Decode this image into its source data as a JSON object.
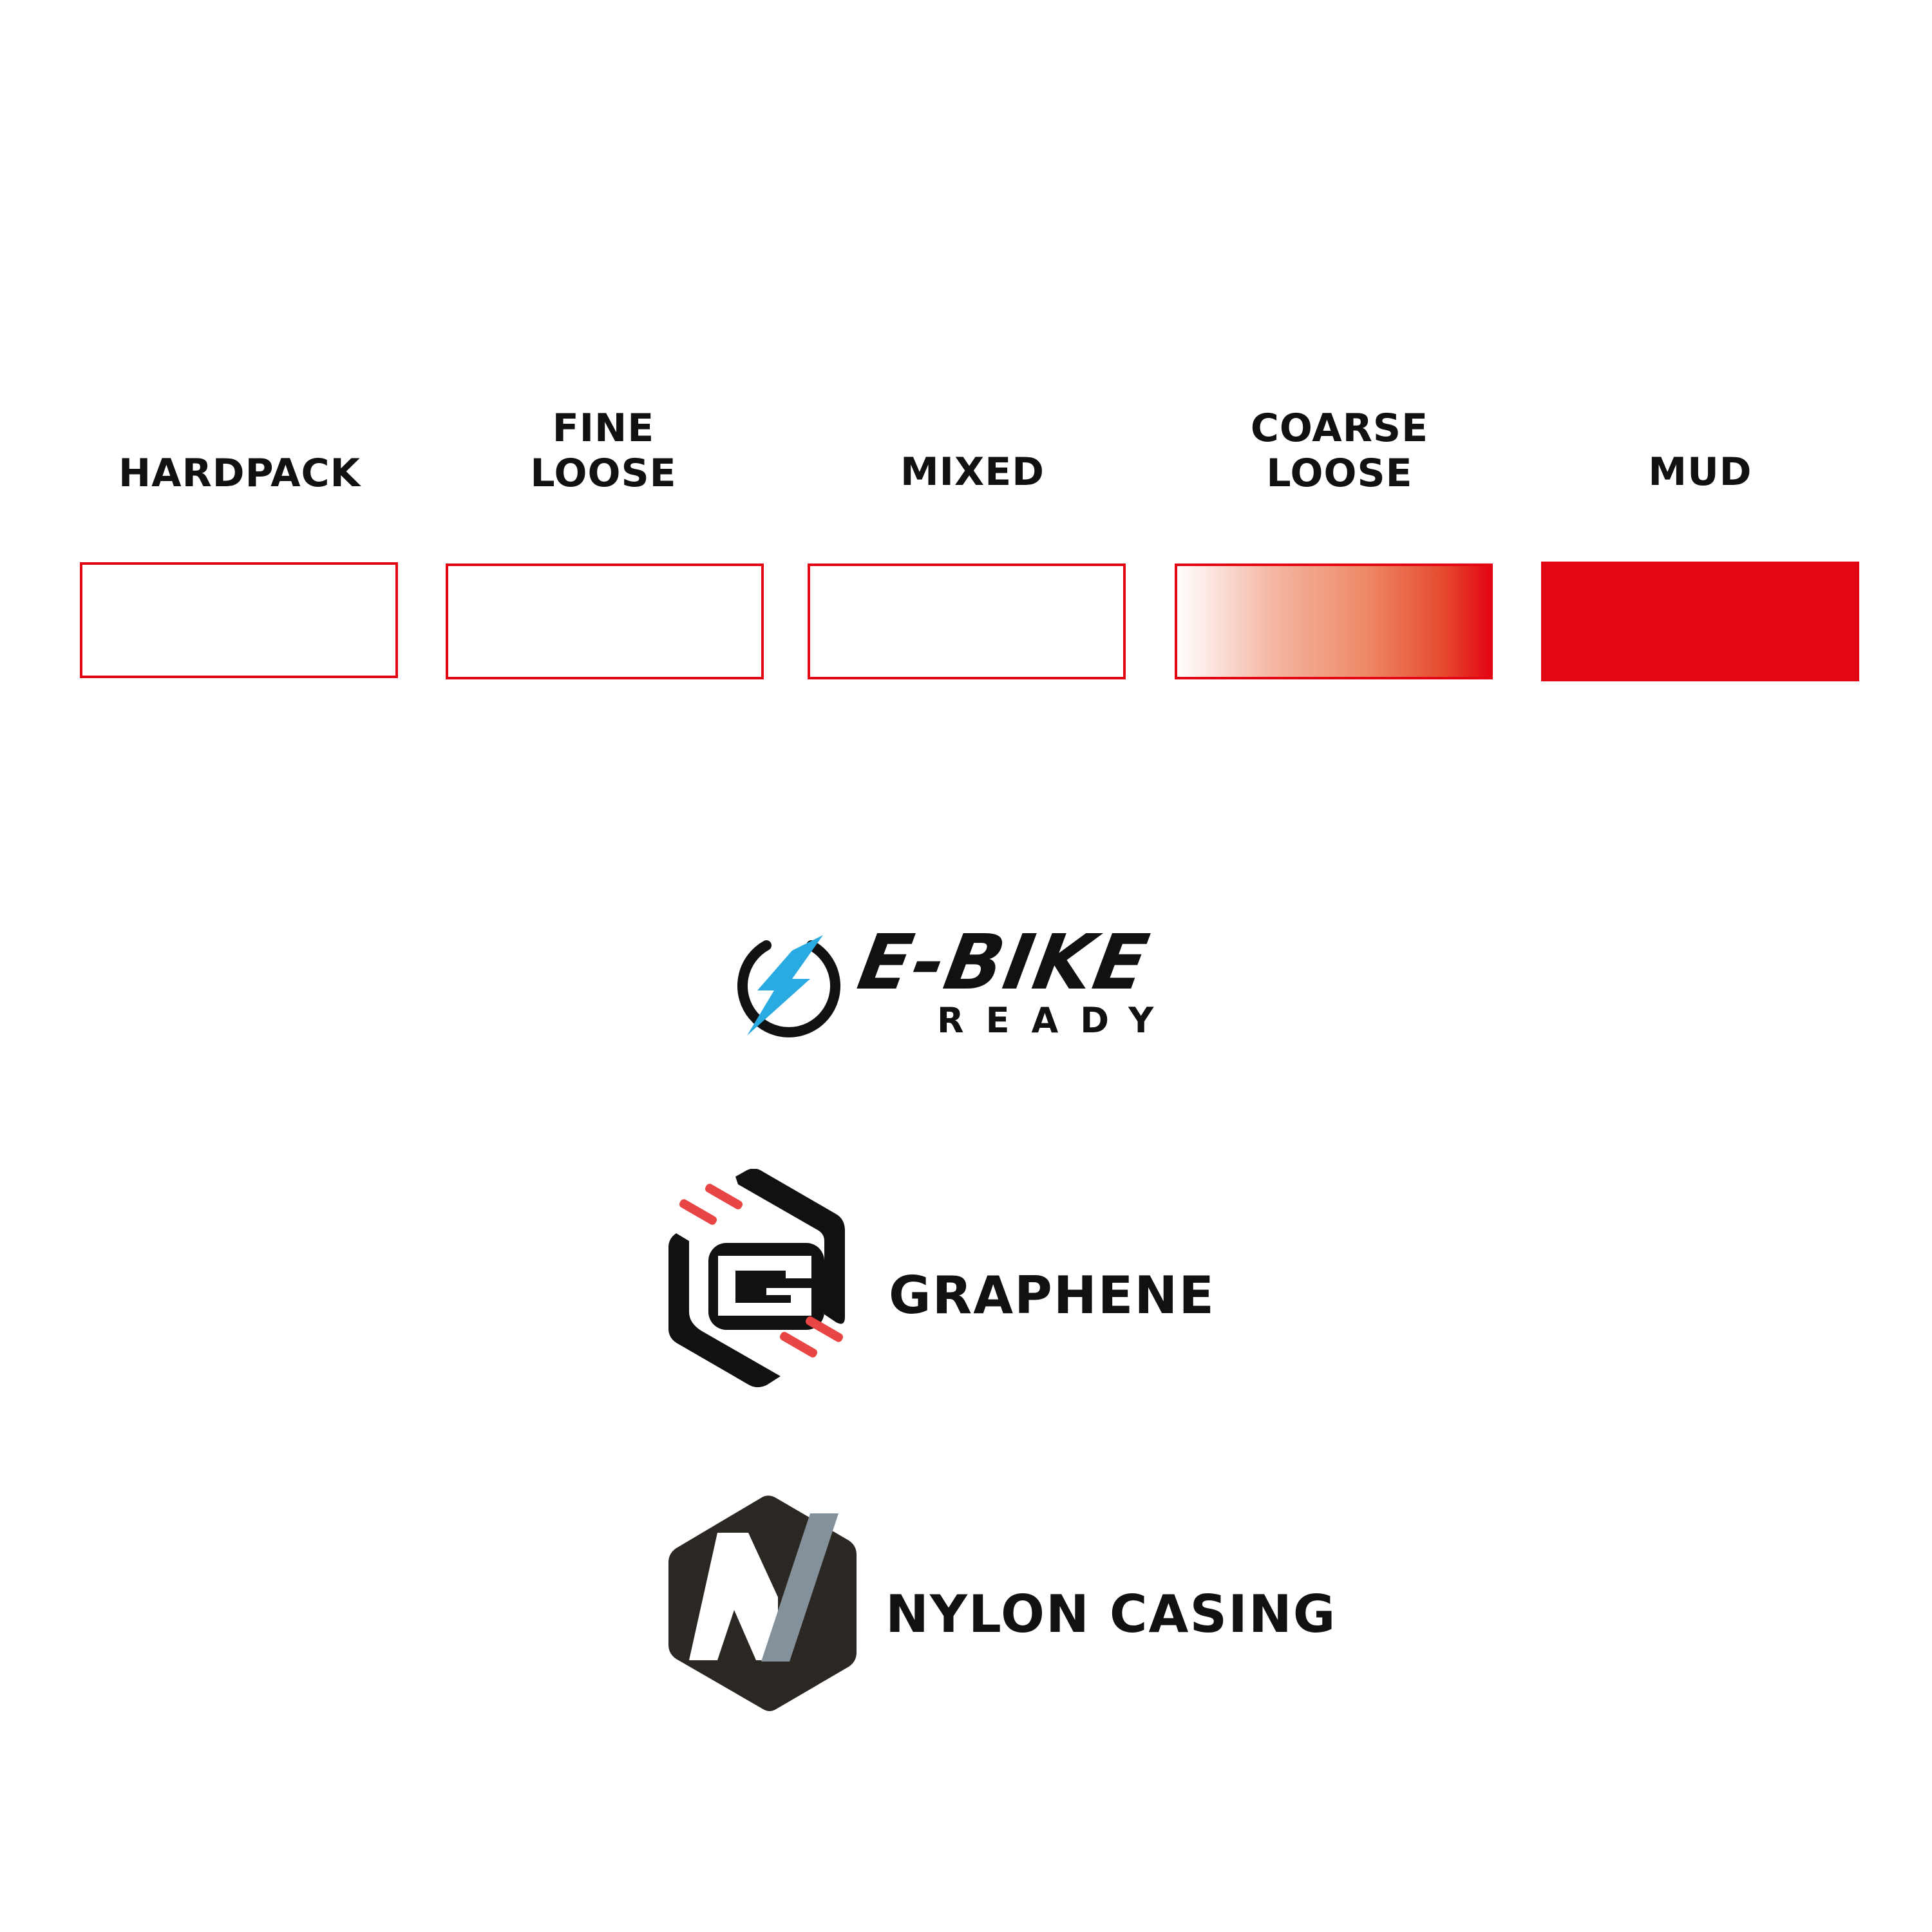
{
  "terrain": {
    "levels": [
      {
        "line1": "HARDPACK",
        "line2": "",
        "fill_level": 0
      },
      {
        "line1": "FINE",
        "line2": "LOOSE",
        "fill_level": 0
      },
      {
        "line1": "MIXED",
        "line2": "",
        "fill_level": 0
      },
      {
        "line1": "COARSE",
        "line2": "LOOSE",
        "fill_level": 0.5
      },
      {
        "line1": "MUD",
        "line2": "",
        "fill_level": 1
      }
    ],
    "accent_color": "#e30613"
  },
  "badges": {
    "ebike": {
      "title": "E-BIKE",
      "subtitle": "READY",
      "icon": "lightning-bolt-icon",
      "icon_color": "#29abe2"
    },
    "graphene": {
      "label": "GRAPHENE",
      "icon": "graphene-hexagon-icon",
      "accent_color": "#e84545"
    },
    "nylon": {
      "label": "NYLON CASING",
      "icon": "nylon-hexagon-icon",
      "icon_bg": "#2b2723",
      "icon_stripe": "#85919a"
    }
  }
}
